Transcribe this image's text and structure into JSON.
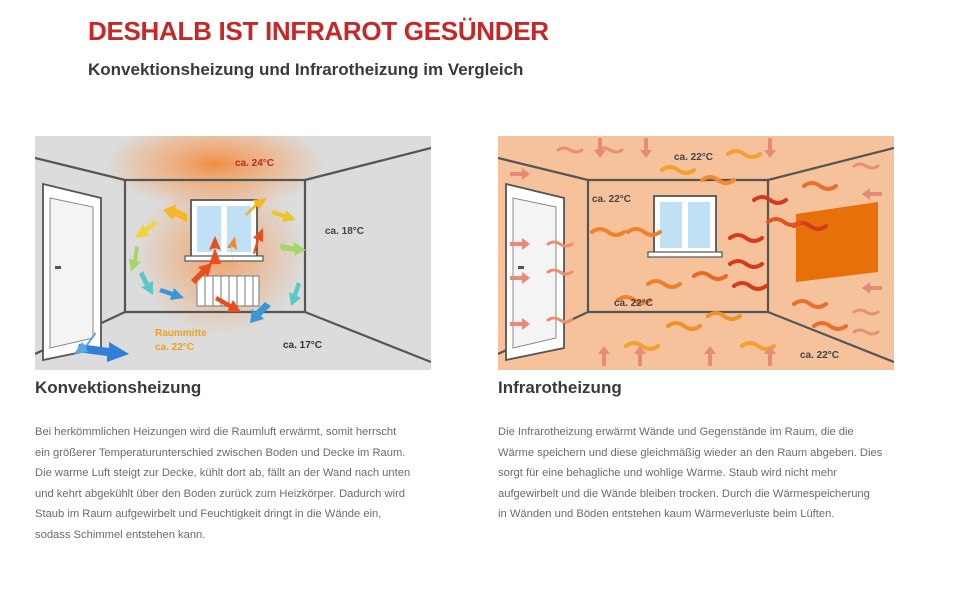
{
  "headline": "DESHALB IST INFRAROT GESÜNDER",
  "subheadline": "Konvektionsheizung und Infrarotheizung im Vergleich",
  "convection": {
    "title": "Konvektionsheizung",
    "labels": {
      "ceiling": "ca. 24°C",
      "wall": "ca. 18°C",
      "center_line1": "Raummitte",
      "center_line2": "ca. 22°C",
      "floor": "ca. 17°C"
    },
    "text_lines": [
      "Bei herkömmlichen Heizungen wird die Raumluft erwärmt, somit herrscht",
      "ein größerer Temperaturunterschied zwischen Boden und Decke im Raum.",
      "Die warme Luft steigt zur Decke, kühlt dort ab, fällt an der Wand nach unten",
      "und kehrt abgekühlt über den Boden zurück zum Heizkörper. Dadurch wird",
      "Staub im Raum aufgewirbelt und Feuchtigkeit dringt in die Wände ein,",
      "sodass Schimmel entstehen kann."
    ]
  },
  "infrared": {
    "title": "Infrarotheizung",
    "labels": {
      "ceiling": "ca. 22°C",
      "wall": "ca. 22°C",
      "center": "ca. 22°C",
      "floor": "ca. 22°C"
    },
    "text_lines": [
      "Die Infrarotheizung erwärmt Wände und Gegenstände im Raum, die die",
      "Wärme speichern und diese gleichmäßig wieder an den Raum abgeben. Dies",
      "sorgt für eine behagliche und wohlige Wärme. Staub wird nicht mehr",
      "aufgewirbelt und die Wände bleiben trocken. Durch die Wärmespeicherung",
      "in Wänden und Böden entstehen kaum Wärmeverluste beim Lüften."
    ]
  },
  "colors": {
    "headline": "#c62828",
    "heading": "#3a3a3a",
    "body": "#6b6b6b",
    "convection_room": "#dcdcdc",
    "infrared_room": "#f6c29c",
    "heater_panel": "#e8700a",
    "warm_orange": "#e8841a",
    "cool_blue": "#2f7fd8"
  }
}
